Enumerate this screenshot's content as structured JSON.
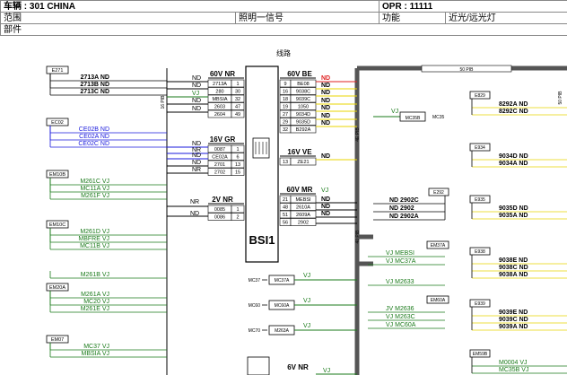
{
  "header": {
    "vehicle": "车辆 : 301 CHINA",
    "opr": "OPR : 11111",
    "range_label": "范围",
    "range_value": "照明一信号",
    "function_label": "功能",
    "function_value": "近光/远光灯",
    "part_label": "部件"
  },
  "diagram": {
    "title": "线路",
    "colors": {
      "black": "#000000",
      "blue": "#1a1adc",
      "green": "#1a7a1a",
      "red": "#e02020",
      "yellow": "#e8d400",
      "grey": "#555555"
    },
    "bsi": {
      "name": "BSI1",
      "connectors": [
        {
          "name": "60V NR",
          "pins": [
            [
              "2713A",
              "1"
            ],
            [
              "280",
              "30"
            ],
            [
              "MBSIA",
              "32"
            ],
            [
              "2603",
              "47"
            ],
            [
              "2604",
              "49"
            ]
          ]
        },
        {
          "name": "16V GR",
          "pins": [
            [
              "0087",
              "1"
            ],
            [
              "CE02A",
              "6"
            ],
            [
              "2701",
              "13"
            ],
            [
              "2702",
              "15"
            ]
          ]
        },
        {
          "name": "2V NR",
          "pins": [
            [
              "0085",
              "1"
            ],
            [
              "0086",
              "2"
            ]
          ]
        },
        {
          "name": "60V BE",
          "pins": [
            [
              "9",
              "BE08"
            ],
            [
              "16",
              "9038C"
            ],
            [
              "18",
              "9039C"
            ],
            [
              "19",
              "1050"
            ],
            [
              "27",
              "9034D"
            ],
            [
              "29",
              "9035D"
            ],
            [
              "32",
              "B292A"
            ]
          ]
        },
        {
          "name": "16V VE",
          "pins": [
            [
              "13",
              "ZE21"
            ]
          ]
        },
        {
          "name": "60V MR",
          "pins": [
            [
              "21",
              "MEBSI"
            ],
            [
              "48",
              "2610A"
            ],
            [
              "51",
              "2609A"
            ],
            [
              "56",
              "2902"
            ]
          ]
        },
        {
          "name": "6V NR",
          "pins": []
        }
      ],
      "left_wires": [
        "ND",
        "ND",
        "VJ",
        "ND",
        "ND",
        "ND",
        "NR",
        "ND",
        "ND",
        "NR"
      ],
      "right_wires": [
        "ND",
        "ND",
        "ND",
        "ND",
        "ND",
        "ND",
        "ND",
        "ND",
        "VJ",
        "ND",
        "ND",
        "ND"
      ],
      "extra_wire_vj": "VJ"
    },
    "left_components": [
      {
        "id": "E271",
        "lines": [
          "2713A ND",
          "2713B ND",
          "2713C ND"
        ],
        "color": "black"
      },
      {
        "id": "EC02",
        "lines": [
          "CE02B ND",
          "CE02A ND",
          "CE02C ND"
        ],
        "color": "blue"
      },
      {
        "id": "EM10B",
        "lines": [
          "M261C VJ",
          "MC11A VJ",
          "M261F VJ"
        ],
        "color": "green"
      },
      {
        "id": "EM10C",
        "lines": [
          "M261D VJ",
          "MBFRE VJ",
          "MC11B VJ"
        ],
        "color": "green"
      },
      {
        "id": "",
        "lines": [
          "M261B VJ"
        ],
        "color": "green"
      },
      {
        "id": "EM20A",
        "lines": [
          "M261A VJ",
          "MC20 VJ",
          "M261E VJ"
        ],
        "color": "green"
      },
      {
        "id": "EM07",
        "lines": [
          "MC37 VJ",
          "MBSIA VJ"
        ],
        "color": "green"
      }
    ],
    "splices": [
      {
        "id": "MC37",
        "box": "MC37A",
        "wire": "VJ"
      },
      {
        "id": "MC60",
        "box": "MC60A",
        "wire": "VJ"
      },
      {
        "id": "MC70",
        "box": "M263A",
        "wire": "VJ"
      }
    ],
    "middle_labels": {
      "mc35_wire": "VJ",
      "mc35_box": "MC35B",
      "mc35_id": "MC35",
      "e292_lines": [
        "ND 2902C",
        "ND 2902",
        "ND 2902A"
      ],
      "e292_id": "E292",
      "em37a_id": "EM37A",
      "em37a_lines": [
        "VJ MEBSI",
        "VJ MC37A"
      ],
      "m2633": "VJ M2633",
      "em60a_id": "EM60A",
      "em60a_lines": [
        "JV M2636",
        "VJ M263C",
        "VJ MC60A"
      ]
    },
    "fuse_labels": [
      "50 PIB",
      "50 PIB",
      "16 PIB",
      "40 PIB",
      "4E PIB"
    ],
    "right_components": [
      {
        "id": "E829",
        "lines": [
          "8292A ND",
          "8292C ND"
        ]
      },
      {
        "id": "E934",
        "lines": [
          "9034D ND",
          "9034A ND"
        ]
      },
      {
        "id": "E935",
        "lines": [
          "9035D ND",
          "9035A ND"
        ]
      },
      {
        "id": "E938",
        "lines": [
          "9038E ND",
          "9038C ND",
          "9038A ND"
        ]
      },
      {
        "id": "E939",
        "lines": [
          "9039E ND",
          "9039C ND",
          "9039A ND"
        ]
      },
      {
        "id": "EM59B",
        "lines": [
          "M0004 VJ",
          "MC35B VJ"
        ]
      }
    ]
  }
}
